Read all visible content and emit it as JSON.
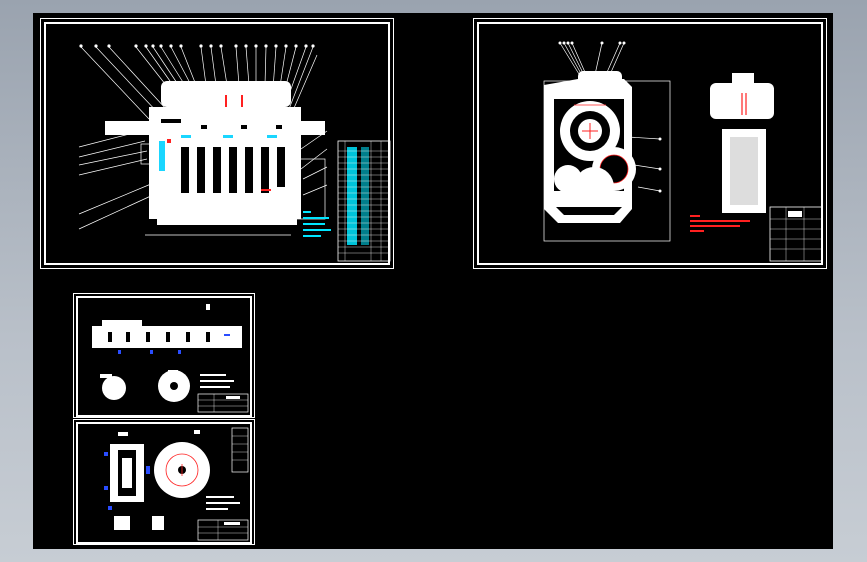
{
  "app": {
    "title": ""
  },
  "colors": {
    "background_outer": "#b2b9c2",
    "canvas": "#000000",
    "line": "#ffffff",
    "accent_red": "#ff2020",
    "accent_cyan": "#00e5ff",
    "accent_blue": "#2a4dff"
  },
  "sheets": [
    {
      "id": "sheet-1",
      "description_icon": "gearbox-assembly-drawing"
    },
    {
      "id": "sheet-2",
      "description_icon": "gearbox-side-views-drawing"
    },
    {
      "id": "sheet-3",
      "description_icon": "shaft-part-drawing"
    },
    {
      "id": "sheet-4",
      "description_icon": "gear-part-drawing"
    }
  ]
}
